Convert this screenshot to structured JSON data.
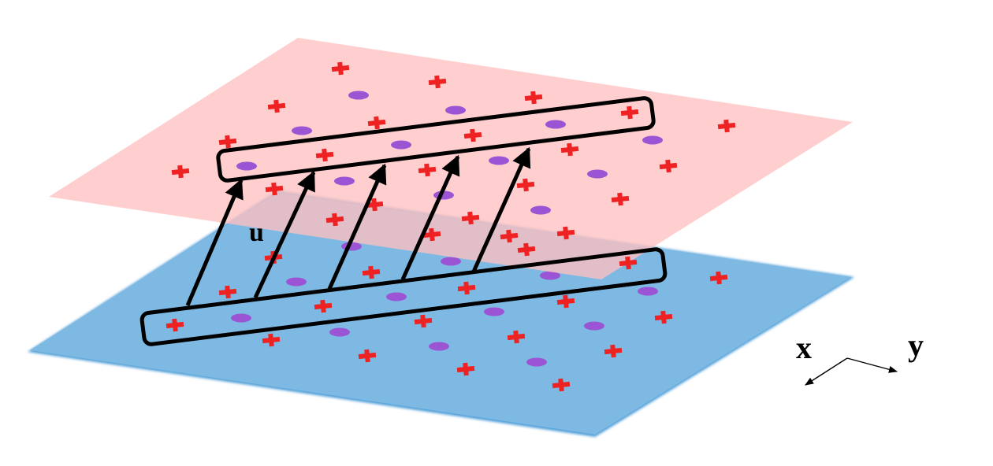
{
  "labels": {
    "vector": "u",
    "axis_x": "x",
    "axis_y": "y"
  },
  "colors": {
    "background": "#ffffff",
    "top_plane": "#ffcccc",
    "bottom_plane": "#78b8e0",
    "bottom_plane_edge": "#4f9fd9",
    "plus_marker": "#ee2222",
    "dot_marker": "#9b55d4",
    "outline": "#000000"
  },
  "marker_types": [
    "plus",
    "dot"
  ]
}
